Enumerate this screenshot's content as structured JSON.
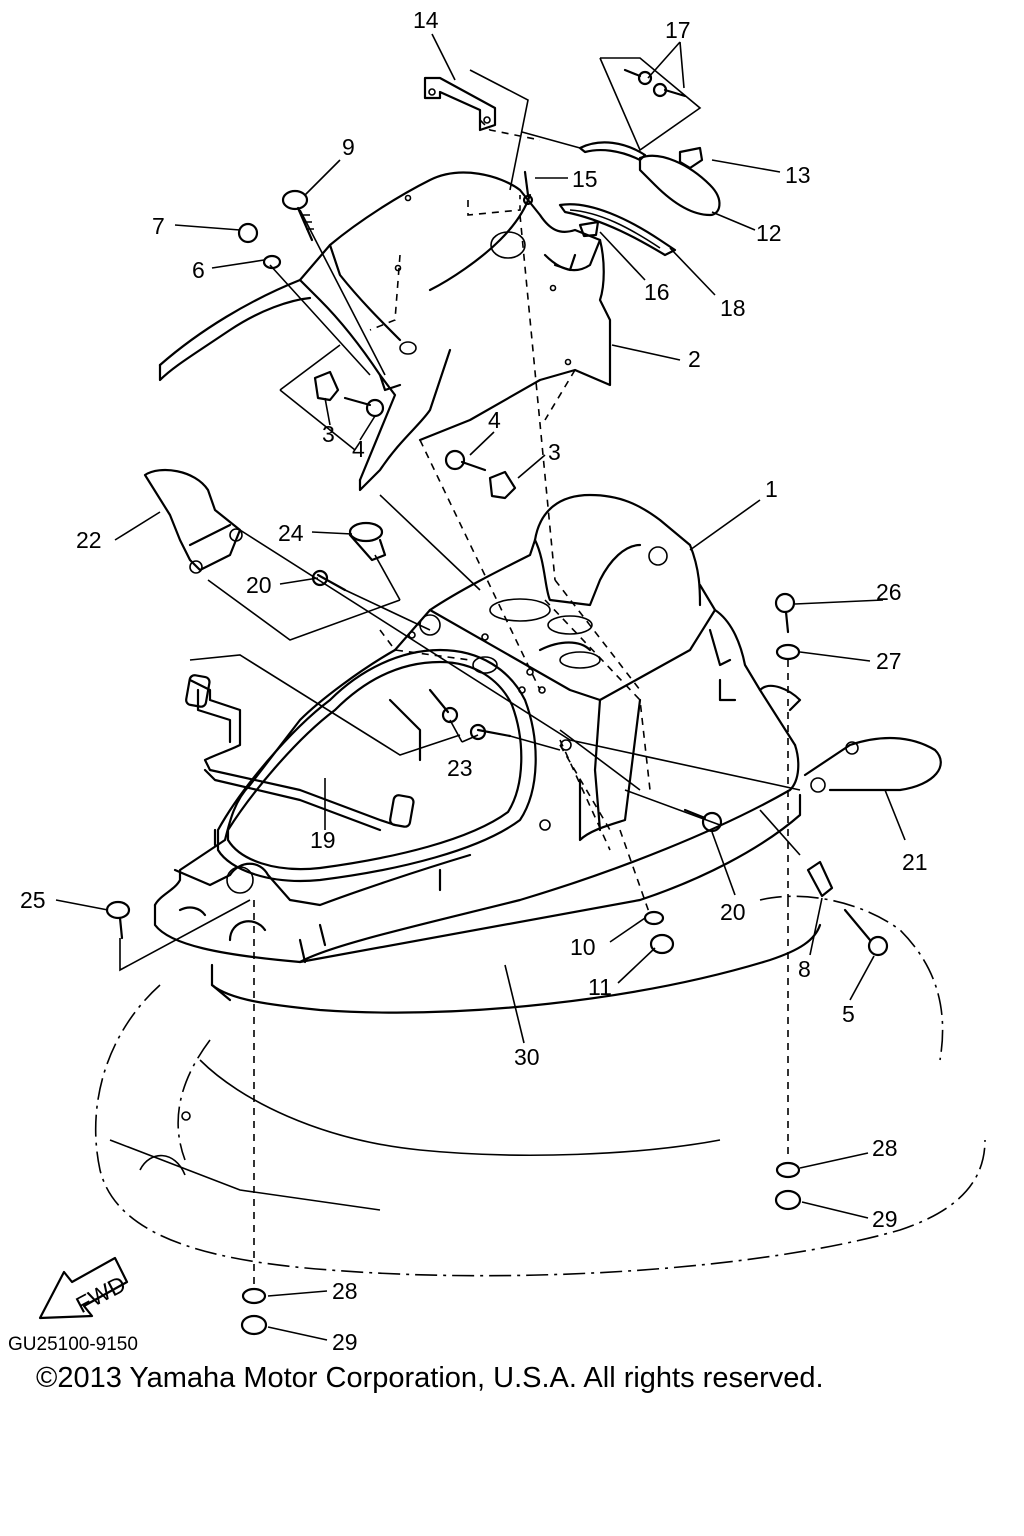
{
  "diagram": {
    "callouts": [
      "1",
      "2",
      "3",
      "3",
      "4",
      "4",
      "5",
      "6",
      "7",
      "8",
      "9",
      "10",
      "11",
      "12",
      "13",
      "14",
      "15",
      "16",
      "17",
      "18",
      "19",
      "20",
      "20",
      "21",
      "22",
      "23",
      "24",
      "25",
      "26",
      "27",
      "28",
      "28",
      "29",
      "29",
      "30"
    ],
    "fwd_label": "FWD",
    "diagram_code": "GU25100-9150",
    "copyright": "©2013 Yamaha Motor Corporation, U.S.A. All rights reserved."
  }
}
